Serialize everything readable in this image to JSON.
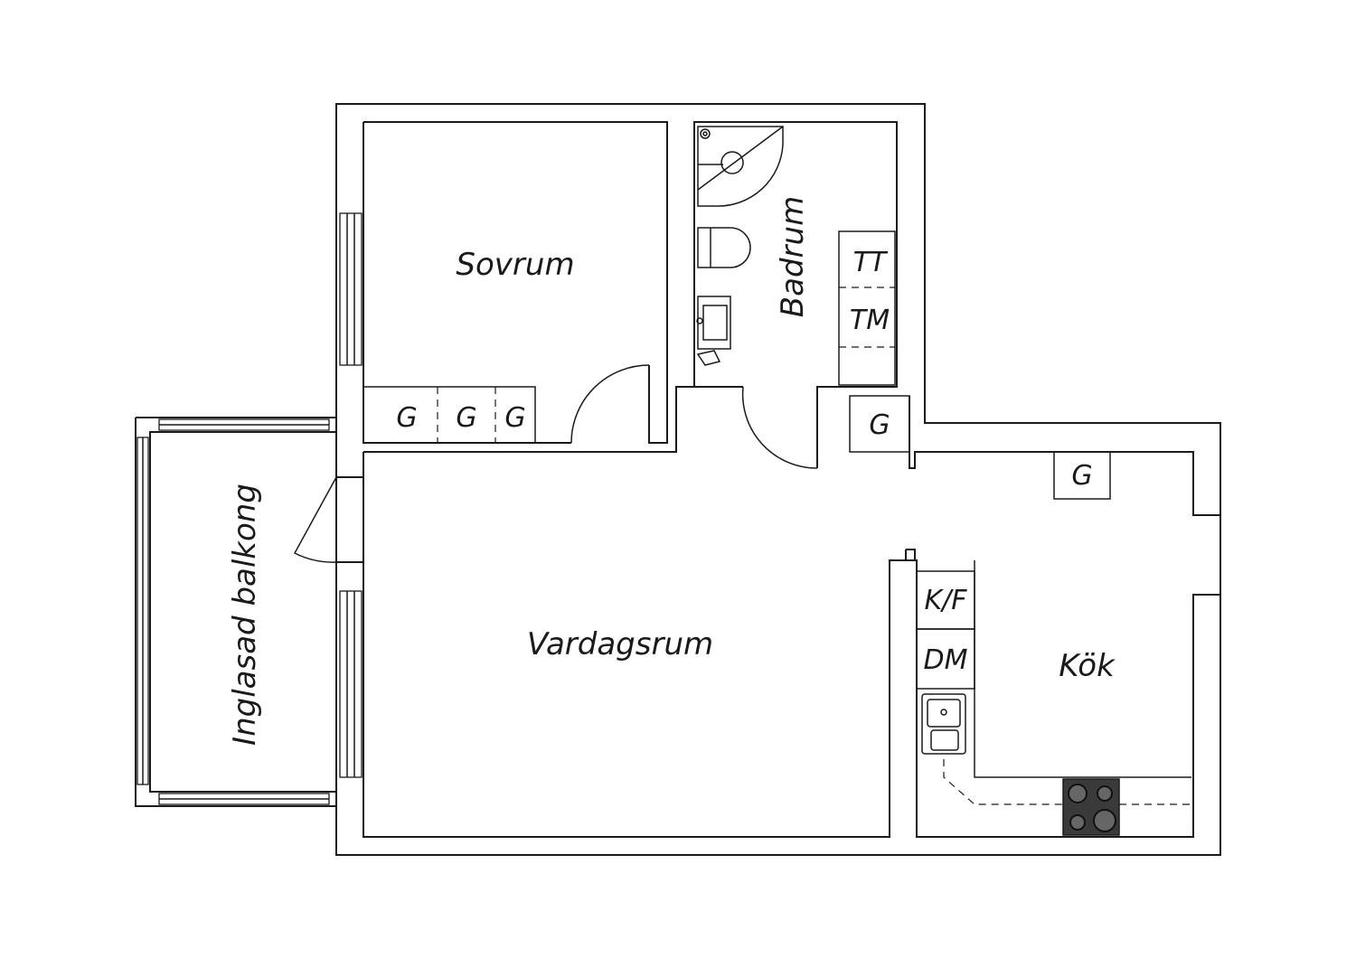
{
  "rooms": {
    "sovrum": "Sovrum",
    "badrum": "Badrum",
    "vardagsrum": "Vardagsrum",
    "kok": "Kök",
    "balkong": "Inglasad balkong"
  },
  "fixtures": {
    "wardrobe_1": "G",
    "wardrobe_2": "G",
    "wardrobe_3": "G",
    "wardrobe_hall": "G",
    "wardrobe_kitchen": "G",
    "tumble_dryer": "TT",
    "washing_machine": "TM",
    "fridge_freezer": "K/F",
    "dishwasher": "DM"
  },
  "colors": {
    "line": "#1a1a1a",
    "background": "#ffffff",
    "stove": "#3a3a3a"
  }
}
